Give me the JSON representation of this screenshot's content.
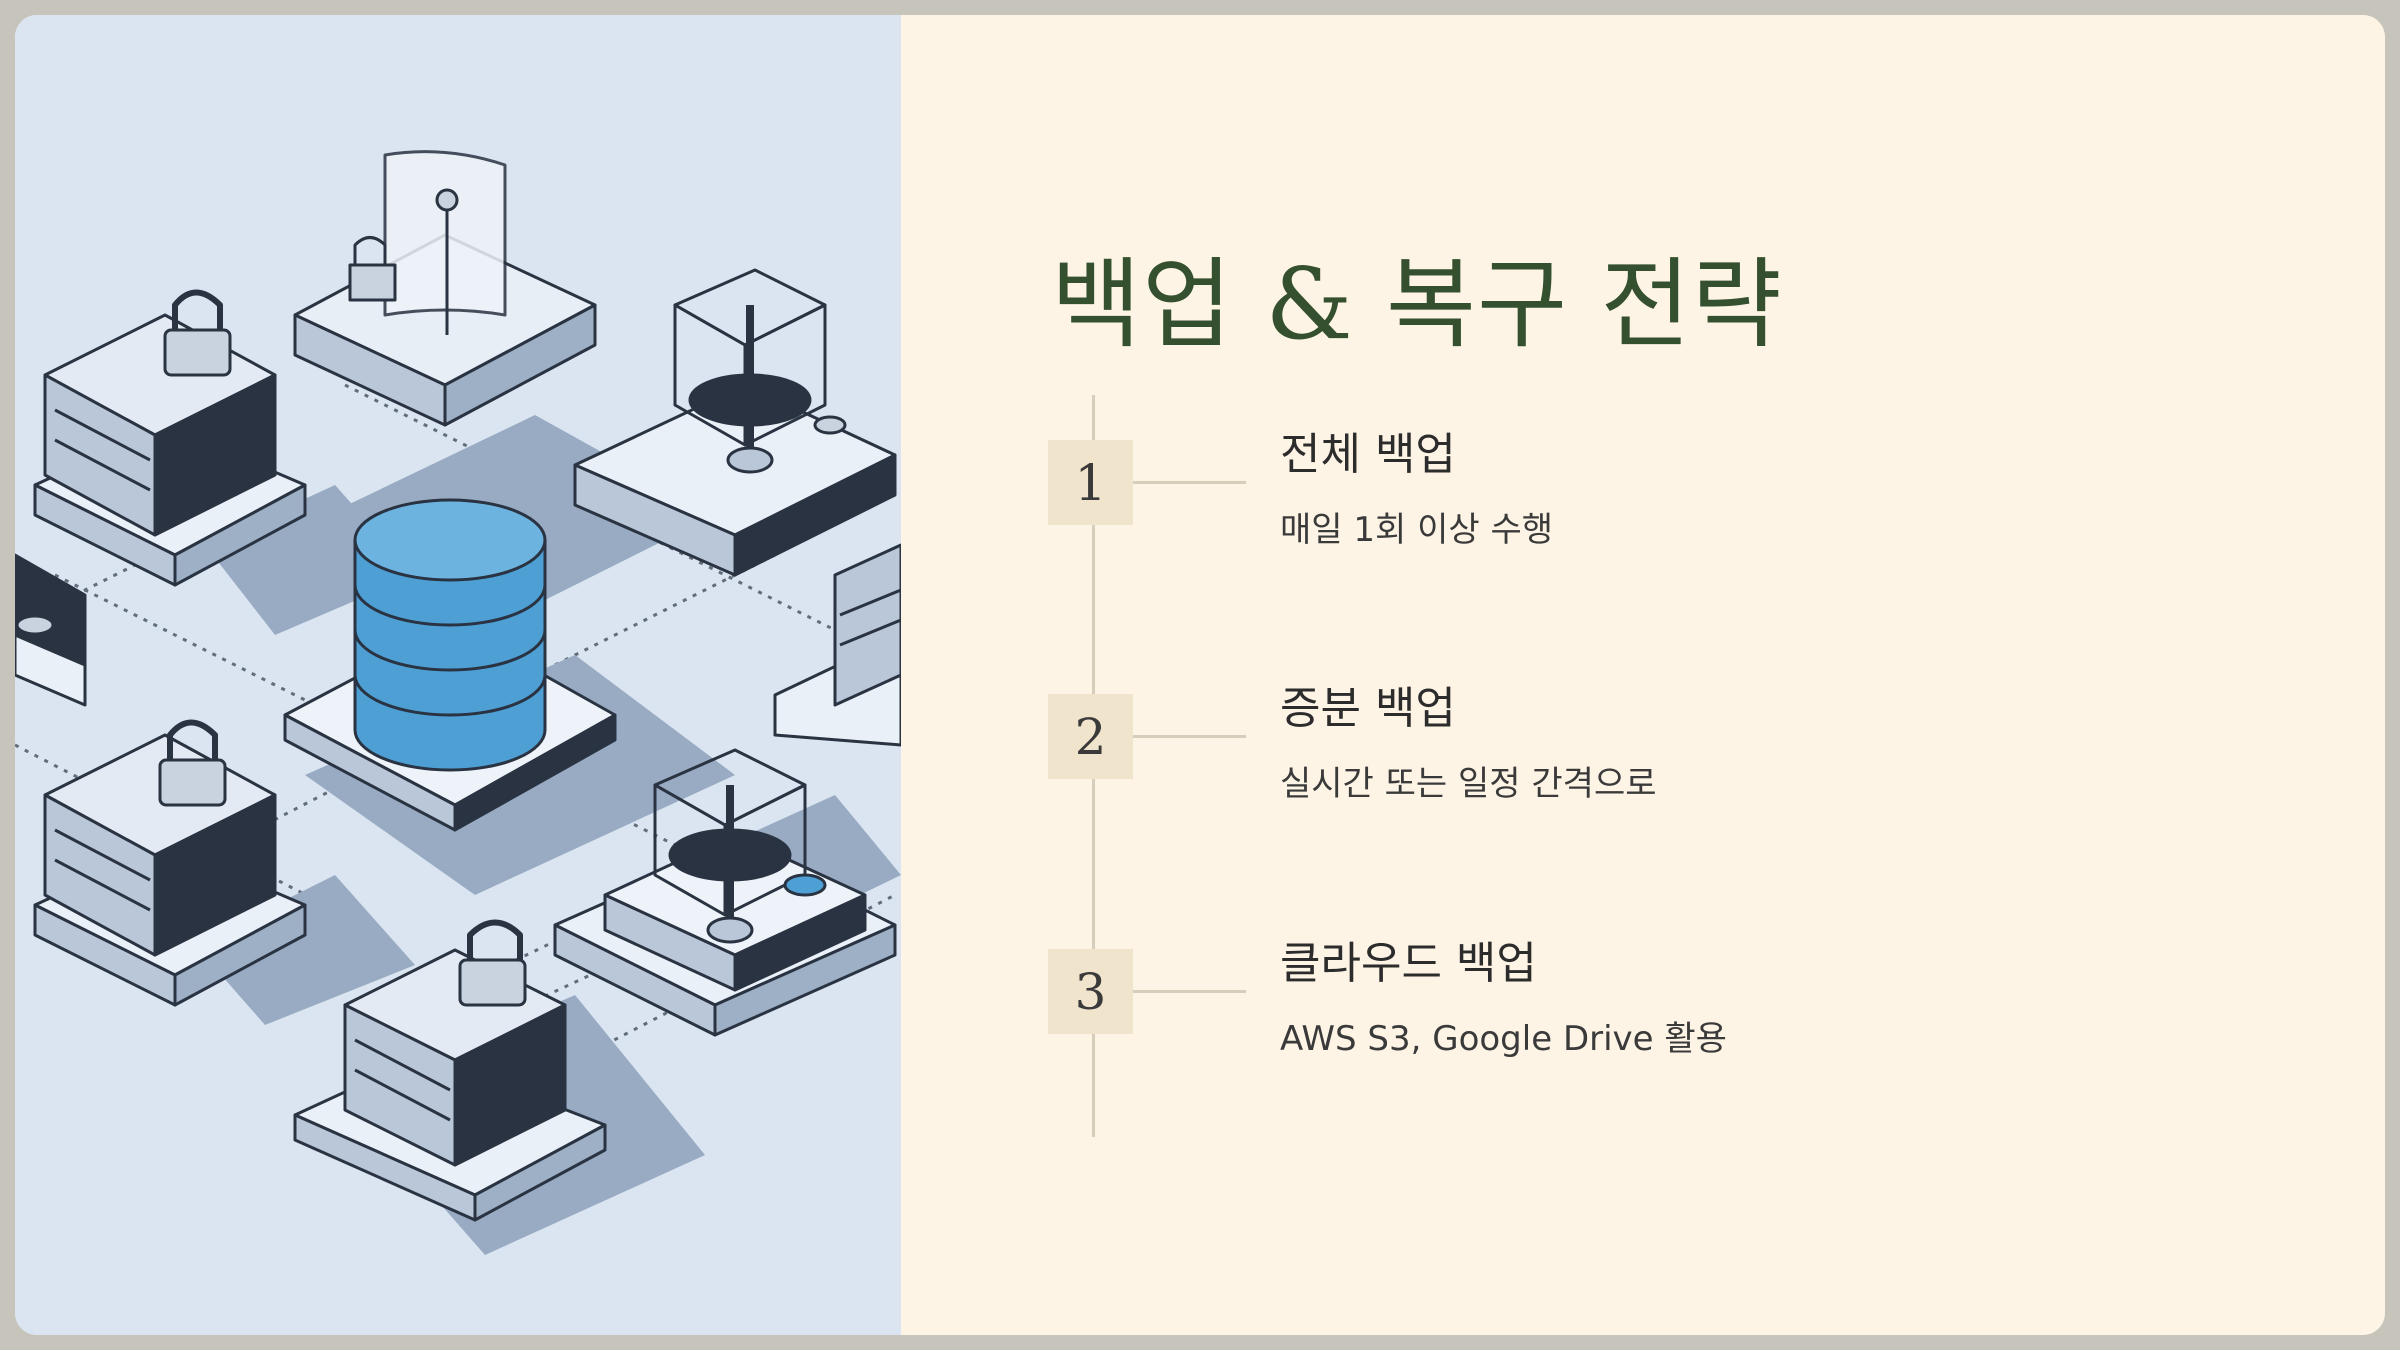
{
  "slide": {
    "title": "백업 & 복구 전략",
    "steps": [
      {
        "number": "1",
        "title": "전체 백업",
        "description": "매일 1회 이상 수행"
      },
      {
        "number": "2",
        "title": "증분 백업",
        "description": "실시간 또는 일정 간격으로"
      },
      {
        "number": "3",
        "title": "클라우드 백업",
        "description": "AWS S3, Google Drive 활용"
      }
    ]
  },
  "colors": {
    "title": "#35502e",
    "background": "#fdf4e5",
    "illustration_bg": "#dbe5f1",
    "accent_blue": "#4d9fd4",
    "number_box": "#f1e4cd"
  },
  "icons": {
    "illustration": "isometric-server-network-illustration"
  }
}
